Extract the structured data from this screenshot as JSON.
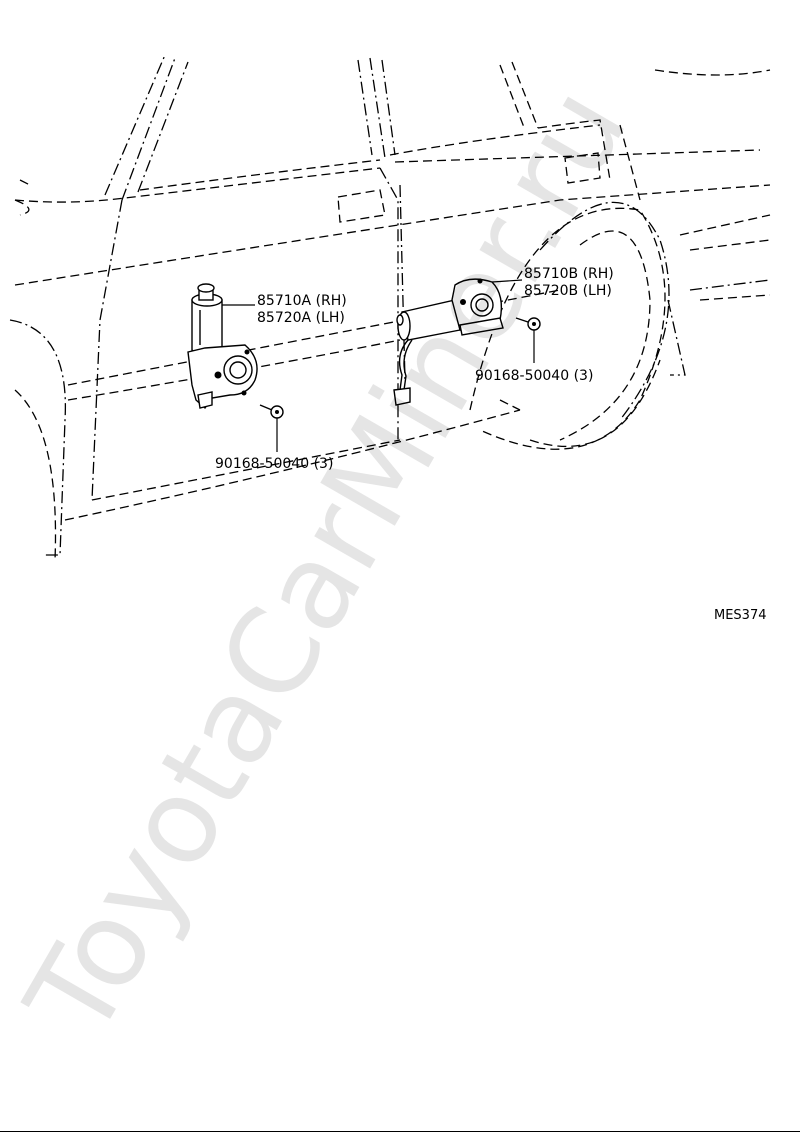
{
  "callouts": {
    "front_motor_rh": "85710A (RH)",
    "front_motor_lh": "85720A (LH)",
    "rear_motor_rh": "85710B (RH)",
    "rear_motor_lh": "85720B (LH)",
    "front_screw": "90168-50040 (3)",
    "rear_screw": "90168-50040 (3)"
  },
  "figure_code": "MES374",
  "watermark": "ToyotaCarMiner.ru"
}
